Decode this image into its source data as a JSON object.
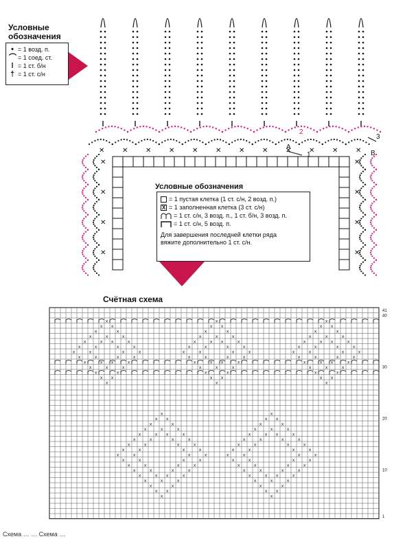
{
  "top_legend": {
    "title": "Условные обозначения",
    "items": [
      {
        "symbol": "•",
        "text": "= 1 возд. п."
      },
      {
        "symbol": "⌒",
        "text": "= 1 соед. ст."
      },
      {
        "symbol": "ǀ",
        "text": "= 1 ст. б/н"
      },
      {
        "symbol": "†",
        "text": "= 1 ст. с/н"
      }
    ]
  },
  "border_diagram": {
    "marks": {
      "a": "А",
      "b": "В",
      "one": "1",
      "two": "2",
      "three": "3"
    }
  },
  "mid_legend": {
    "title": "Условные обозначения",
    "items": [
      {
        "symbol": "empty-cell",
        "text": "= 1 пустая клетка (1 ст. с/н, 2 возд. п.)"
      },
      {
        "symbol": "filled-cell",
        "text": "= 1 заполненная клетка (3 ст. с/н)"
      },
      {
        "symbol": "arch",
        "text": "= 1 ст. с/н, 3 возд. п., 1 ст. б/н, 3 возд. п."
      },
      {
        "symbol": "bar",
        "text": "= 1 ст. с/н, 5 возд. п."
      }
    ],
    "note": "Для завершения последней клетки ряда вяжите дополнительно 1 ст. с/н."
  },
  "chart": {
    "title": "Счётная схема",
    "row_labels": [
      "41",
      "40",
      "30",
      "20",
      "10",
      "1"
    ]
  },
  "footer": {
    "text": "Схема … … Схема …"
  },
  "colors": {
    "accent": "#c8154b",
    "pink_dots": "#d4147a",
    "ink": "#111111",
    "grid": "#333333"
  }
}
